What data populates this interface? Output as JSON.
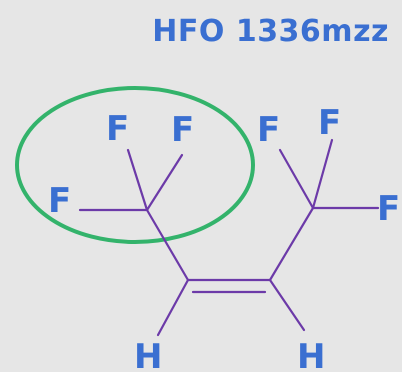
{
  "title": "HFO 1336mzz",
  "atoms": [
    {
      "id": "f1",
      "label": "F"
    },
    {
      "id": "f2",
      "label": "F"
    },
    {
      "id": "f3",
      "label": "F"
    },
    {
      "id": "f4",
      "label": "F"
    },
    {
      "id": "f5",
      "label": "F"
    },
    {
      "id": "f6",
      "label": "F"
    },
    {
      "id": "h1",
      "label": "H"
    },
    {
      "id": "h2",
      "label": "H"
    }
  ],
  "colors": {
    "background": "#e6e6e6",
    "atom_text": "#3a6fd1",
    "bond": "#6c3aa8",
    "highlight": "#33b36b"
  }
}
